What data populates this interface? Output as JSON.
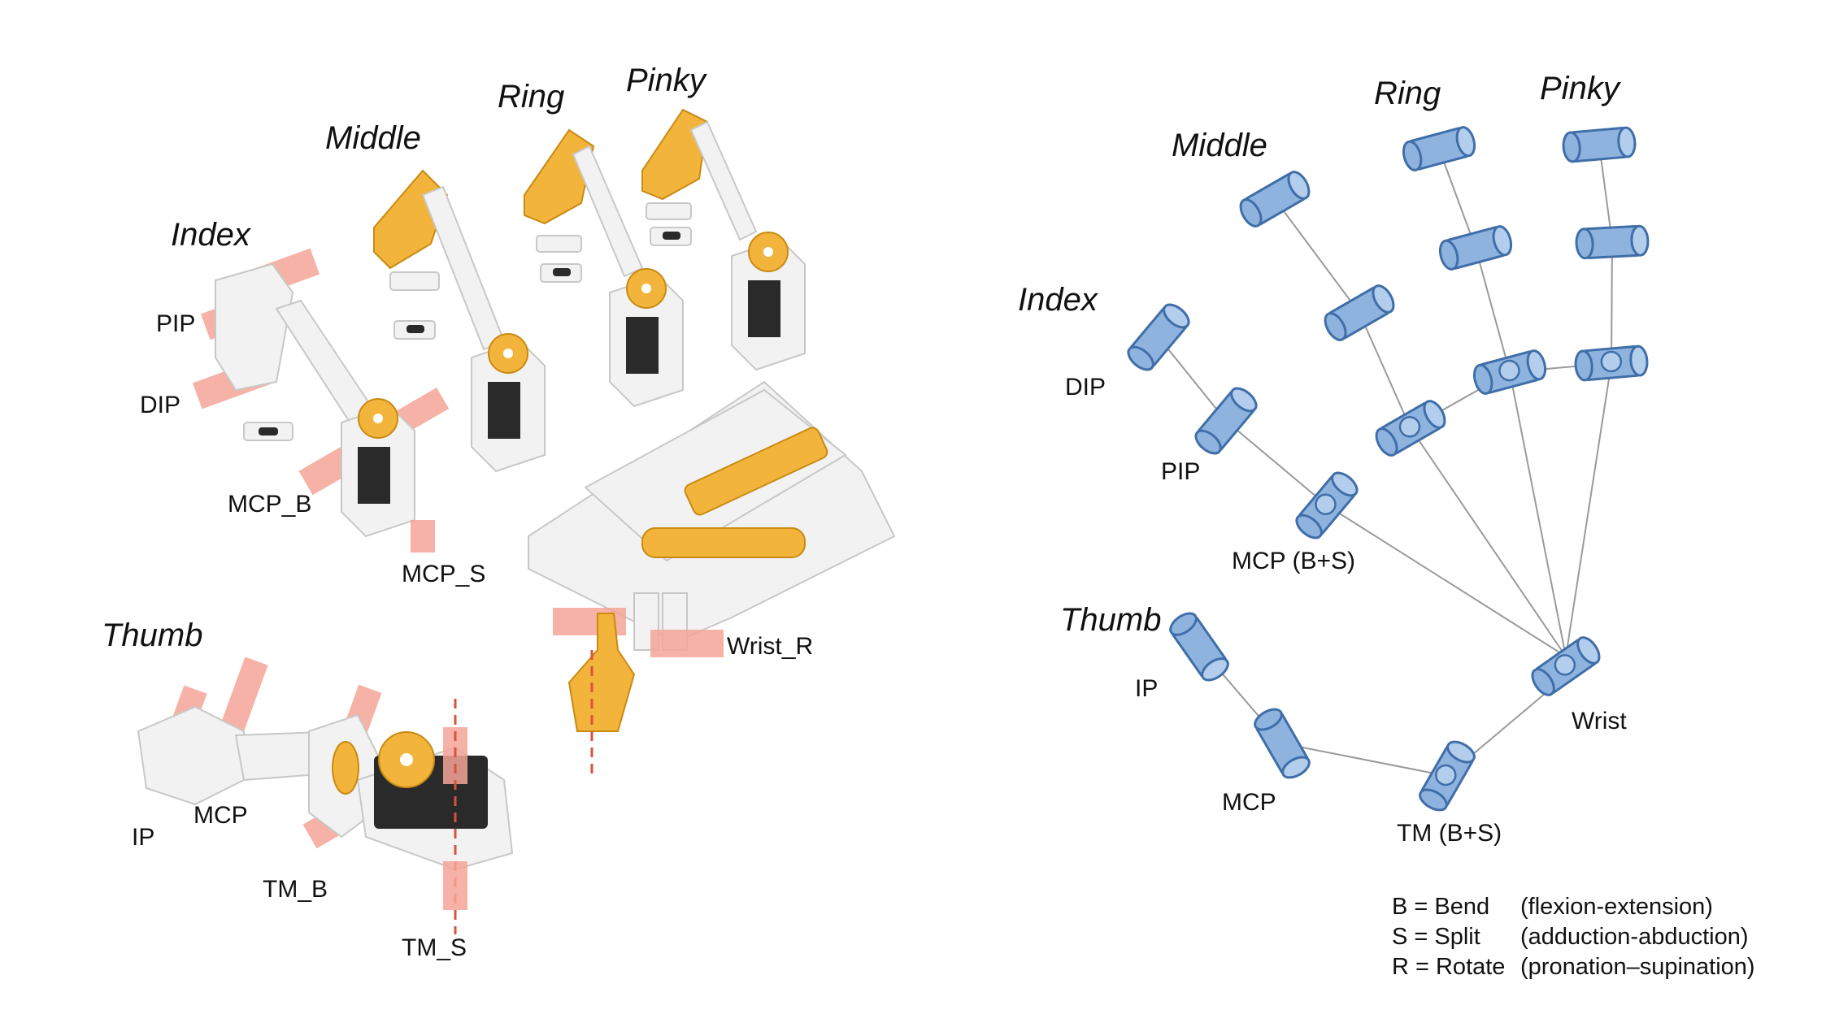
{
  "left_panel": {
    "finger_titles": {
      "index": "Index",
      "middle": "Middle",
      "ring": "Ring",
      "pinky": "Pinky",
      "thumb": "Thumb"
    },
    "joint_labels": {
      "pip": "PIP",
      "dip": "DIP",
      "mcp_b": "MCP_B",
      "mcp_s": "MCP_S",
      "wrist_r": "Wrist_R",
      "thumb_ip": "IP",
      "thumb_mcp": "MCP",
      "tm_b": "TM_B",
      "tm_s": "TM_S"
    }
  },
  "right_panel": {
    "finger_titles": {
      "index": "Index",
      "middle": "Middle",
      "ring": "Ring",
      "pinky": "Pinky",
      "thumb": "Thumb"
    },
    "joint_labels": {
      "dip": "DIP",
      "pip": "PIP",
      "mcp": "MCP (B+S)",
      "thumb_ip": "IP",
      "thumb_mcp": "MCP",
      "tm": "TM (B+S)",
      "wrist": "Wrist"
    },
    "legend": [
      {
        "key": "B = Bend",
        "desc": "(flexion-extension)"
      },
      {
        "key": "S = Split",
        "desc": "(adduction-abduction)"
      },
      {
        "key": "R = Rotate",
        "desc": "(pronation–supination)"
      }
    ]
  },
  "colors": {
    "joint_fill": "#8fb3df",
    "joint_stroke": "#3f6ea8",
    "axis_red": "#f4a496",
    "gold": "#f3b43c",
    "bone_line": "#9a9a9a"
  }
}
